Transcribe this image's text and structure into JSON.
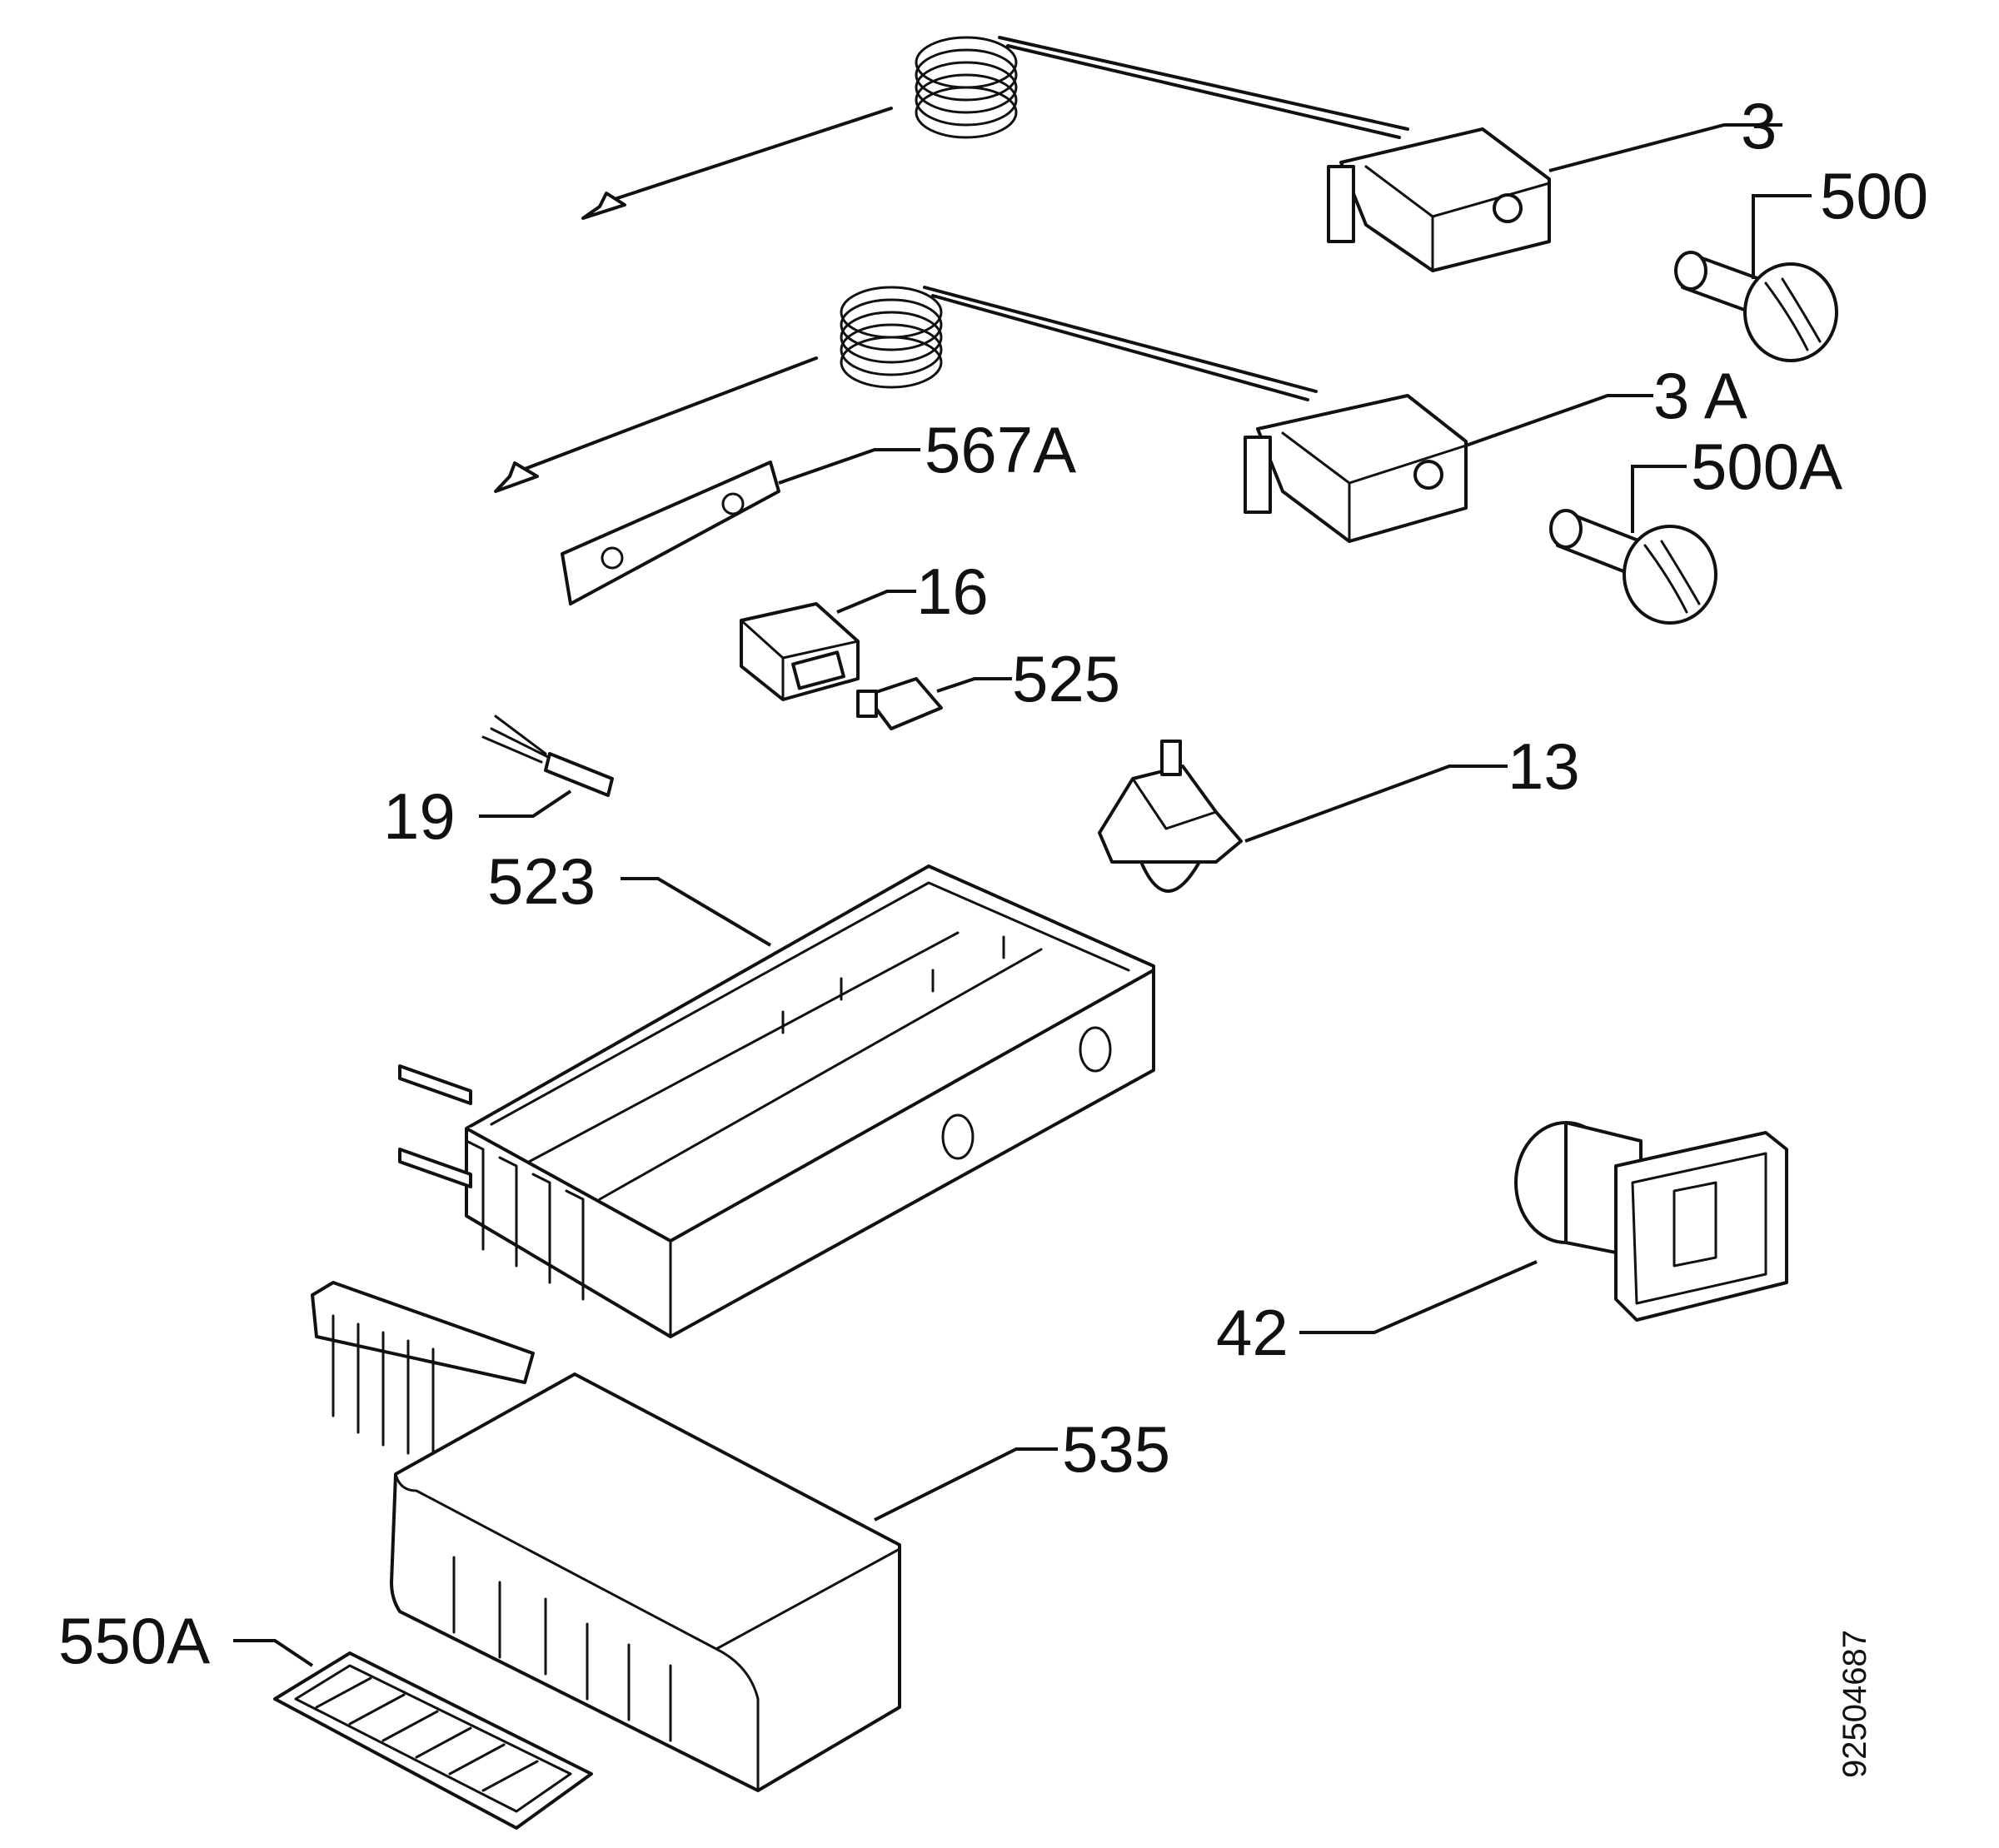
{
  "diagram": {
    "drawing_number": "92504687",
    "labels": {
      "p3": "3",
      "p500": "500",
      "p3a": "3 A",
      "p567a": "567A",
      "p500a": "500A",
      "p16": "16",
      "p525": "525",
      "p13": "13",
      "p19": "19",
      "p523": "523",
      "p42": "42",
      "p535": "535",
      "p550a": "550A"
    }
  }
}
